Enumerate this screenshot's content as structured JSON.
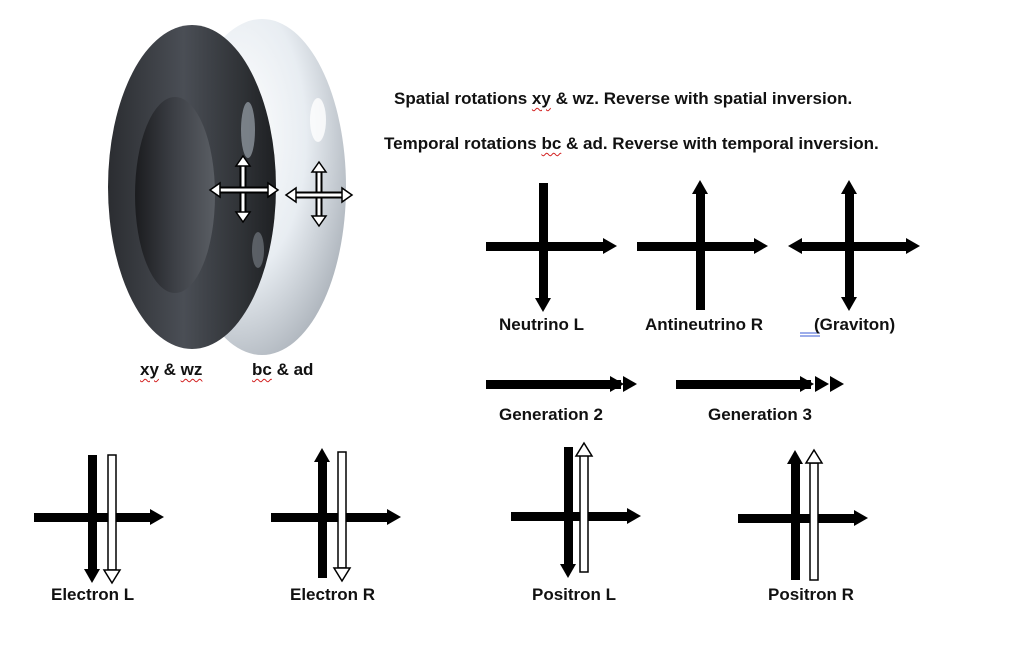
{
  "text": {
    "spatial_line": {
      "prefix": "Spatial rotations ",
      "term": "xy",
      "suffix": " & wz. Reverse with spatial inversion."
    },
    "temporal_line": {
      "prefix": "Temporal rotations ",
      "term": "bc",
      "suffix": " & ad. Reverse with temporal inversion."
    }
  },
  "torus_labels": {
    "dark": {
      "term1": "xy",
      "amp": " & ",
      "term2": "wz"
    },
    "light": {
      "term1": "bc",
      "rest": " & ad"
    }
  },
  "particles": {
    "neutrino_l": "Neutrino L",
    "antineutrino_r": "Antineutrino R",
    "graviton": "(Graviton)",
    "generation_2": "Generation 2",
    "generation_3": "Generation 3",
    "electron_l": "Electron L",
    "electron_r": "Electron R",
    "positron_l": "Positron L",
    "positron_r": "Positron R"
  },
  "colors": {
    "arrow": "#000000",
    "hollow_arrow_fill": "#ffffff",
    "spellcheck_squiggle": "#d21f1f",
    "torus_dark": "#3a3d42",
    "torus_light": "#e6ebf0"
  }
}
